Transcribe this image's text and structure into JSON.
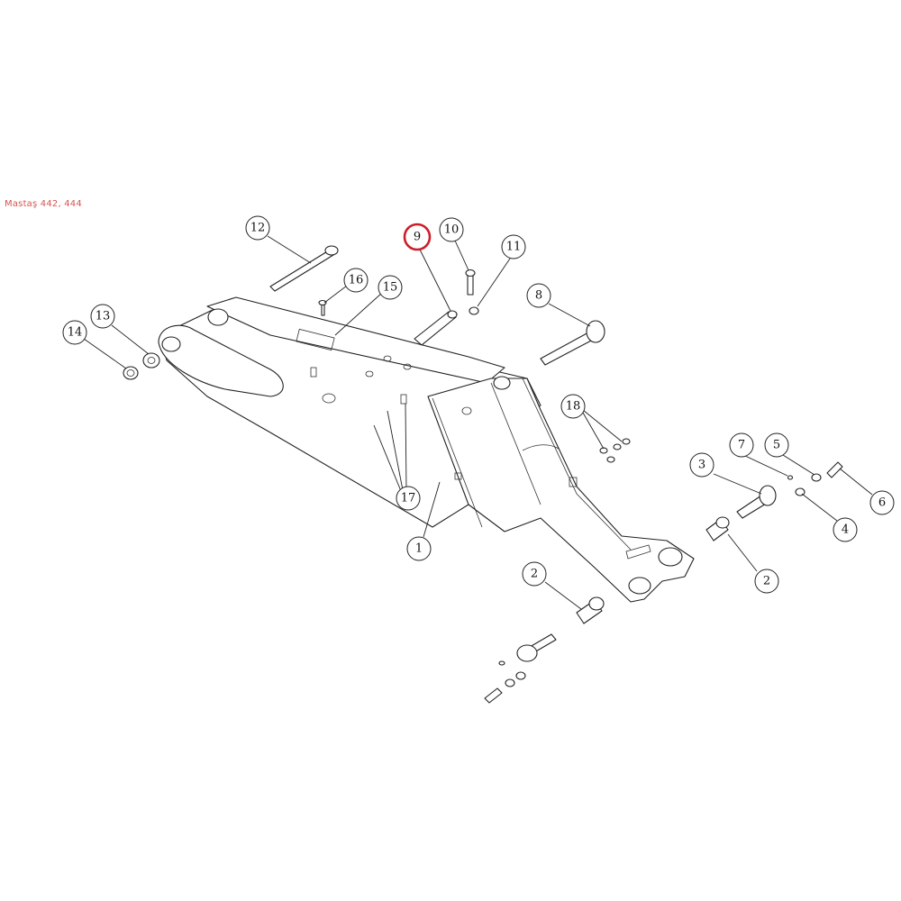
{
  "caption": {
    "text": "Mastaş 442, 444",
    "color": "#d9534f"
  },
  "highlight_color": "#cc1f2a",
  "callouts": [
    {
      "label": "12"
    },
    {
      "label": "16"
    },
    {
      "label": "15"
    },
    {
      "label": "9",
      "highlighted": true
    },
    {
      "label": "10"
    },
    {
      "label": "11"
    },
    {
      "label": "8"
    },
    {
      "label": "13"
    },
    {
      "label": "14"
    },
    {
      "label": "18"
    },
    {
      "label": "7"
    },
    {
      "label": "5"
    },
    {
      "label": "3"
    },
    {
      "label": "6"
    },
    {
      "label": "4"
    },
    {
      "label": "17"
    },
    {
      "label": "1"
    },
    {
      "label": "2"
    },
    {
      "label": "2"
    }
  ]
}
